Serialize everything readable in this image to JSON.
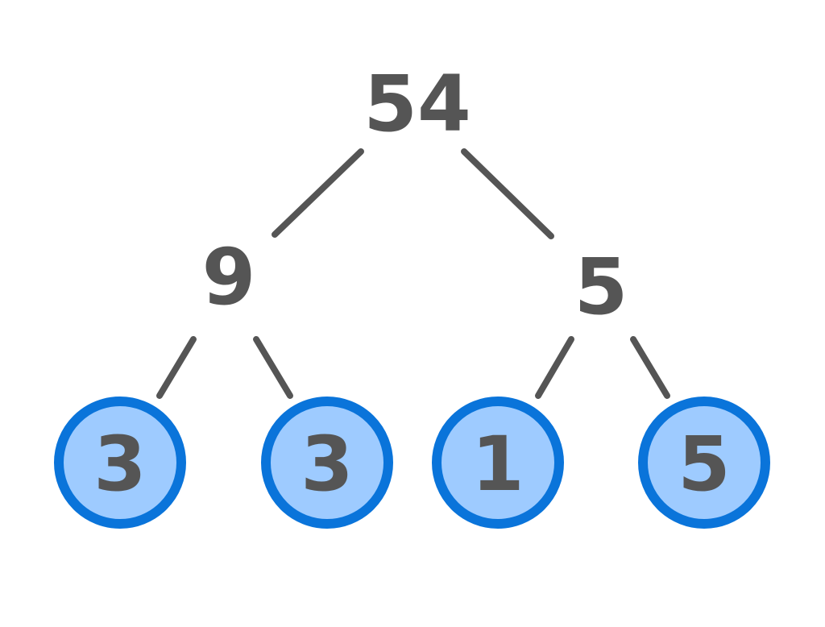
{
  "tree": {
    "root": "54",
    "level1": [
      "9",
      "5"
    ],
    "leaves": [
      "3",
      "3",
      "1",
      "5"
    ]
  },
  "colors": {
    "text": "#555555",
    "edge": "#555555",
    "leaf_fill": "#9ecbff",
    "leaf_border": "#0a74da"
  }
}
